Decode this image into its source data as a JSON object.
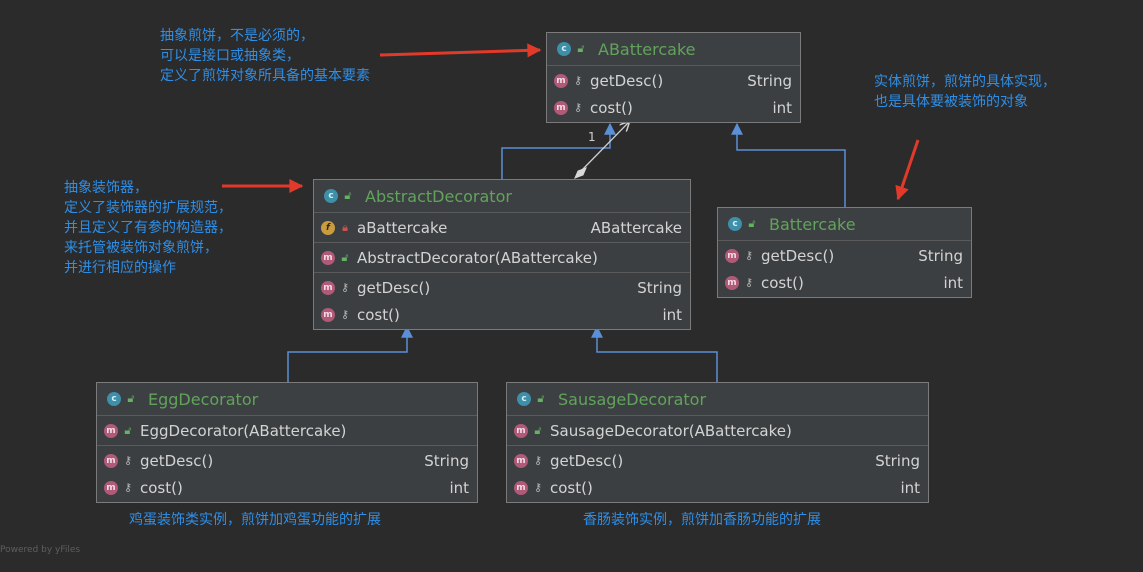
{
  "classes": {
    "abattercake": {
      "name": "ABattercake",
      "methods": [
        {
          "name": "getDesc()",
          "type": "String"
        },
        {
          "name": "cost()",
          "type": "int"
        }
      ]
    },
    "abstract_decorator": {
      "name": "AbstractDecorator",
      "field": {
        "name": "aBattercake",
        "type": "ABattercake"
      },
      "constructor": "AbstractDecorator(ABattercake)",
      "methods": [
        {
          "name": "getDesc()",
          "type": "String"
        },
        {
          "name": "cost()",
          "type": "int"
        }
      ]
    },
    "battercake": {
      "name": "Battercake",
      "methods": [
        {
          "name": "getDesc()",
          "type": "String"
        },
        {
          "name": "cost()",
          "type": "int"
        }
      ]
    },
    "egg_decorator": {
      "name": "EggDecorator",
      "constructor": "EggDecorator(ABattercake)",
      "methods": [
        {
          "name": "getDesc()",
          "type": "String"
        },
        {
          "name": "cost()",
          "type": "int"
        }
      ]
    },
    "sausage_decorator": {
      "name": "SausageDecorator",
      "constructor": "SausageDecorator(ABattercake)",
      "methods": [
        {
          "name": "getDesc()",
          "type": "String"
        },
        {
          "name": "cost()",
          "type": "int"
        }
      ]
    }
  },
  "badges": {
    "class": "c",
    "method": "m",
    "field": "f"
  },
  "multiplicity": "1",
  "notes": {
    "abattercake": "抽象煎饼，不是必须的，\n可以是接口或抽象类，\n定义了煎饼对象所具备的基本要素",
    "battercake": "实体煎饼，煎饼的具体实现，\n也是具体要被装饰的对象",
    "abstract_decorator": "抽象装饰器，\n定义了装饰器的扩展规范，\n并且定义了有参的构造器，\n来托管被装饰对象煎饼，\n并进行相应的操作",
    "egg_decorator": "鸡蛋装饰类实例，煎饼加鸡蛋功能的扩展",
    "sausage_decorator": "香肠装饰实例，煎饼加香肠功能的扩展"
  },
  "footer": "Powered by yFiles",
  "colors": {
    "background": "#2b2b2b",
    "class_name": "#62a35c",
    "note_text": "#2f8fe8",
    "inheritance_edge": "#5b8fd6",
    "annotation_arrow": "#e23a2a"
  },
  "icons": {
    "class_badge": "class-c-icon",
    "method_badge": "method-m-icon",
    "field_badge": "field-f-icon",
    "public_visibility": "unlocked-icon",
    "protected_visibility": "key-icon",
    "private_visibility": "lock-icon"
  }
}
